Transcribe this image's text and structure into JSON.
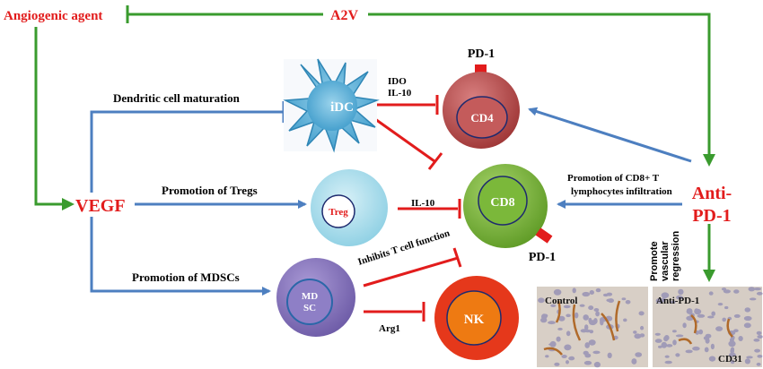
{
  "nodes": {
    "angiogenic_agent": "Angiogenic agent",
    "a2v": "A2V",
    "vegf": "VEGF",
    "anti_pd1_line1": "Anti-",
    "anti_pd1_line2": "PD-1",
    "idc": "iDC",
    "cd4": "CD4",
    "cd8": "CD8",
    "treg": "Treg",
    "mdsc_line1": "MD",
    "mdsc_line2": "SC",
    "nk": "NK",
    "pd1_top": "PD-1",
    "pd1_right": "PD-1"
  },
  "edges": {
    "dc_maturation": "Dendritic cell maturation",
    "tregs": "Promotion of Tregs",
    "mdscs": "Promotion of MDSCs",
    "ido": "IDO",
    "il10_top": "IL-10",
    "il10_mid": "IL-10",
    "inhibits_t": "Inhibits T  cell function",
    "arg1": "Arg1",
    "cd8_infil_line1": "Promotion of  CD8+ T",
    "cd8_infil_line2": "lymphocytes infiltration",
    "vascular_line1": "Promote",
    "vascular_line2": "vascular",
    "vascular_line3": "regression"
  },
  "micrographs": {
    "control": "Control",
    "anti_pd1": "Anti-PD-1",
    "cd31": "CD31"
  },
  "colors": {
    "green": "#3a9b2e",
    "blue": "#4d7fc0",
    "red": "#e21c1c",
    "cd4": "#b54848",
    "cd8": "#7ab63a",
    "treg": "#a9dcea",
    "mdsc": "#8a78bd",
    "nk_outer": "#e5381b",
    "nk_inner": "#ee7a12",
    "idc": "#67b6db"
  }
}
